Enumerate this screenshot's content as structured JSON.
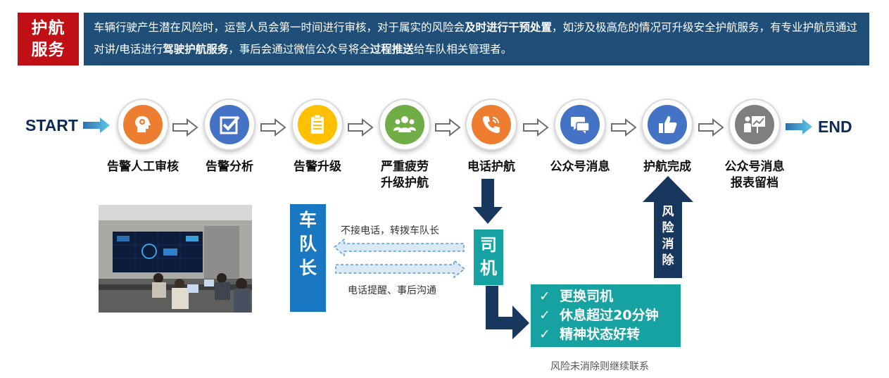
{
  "header": {
    "badge_line1": "护航",
    "badge_line2": "服务",
    "desc_1": "车辆行驶产生潜在风险时，运营人员会第一时间进行审核，对于属实的风险会",
    "desc_bold_1": "及时进行干预处置",
    "desc_2": "，如涉及极高危的情况可升级安全护航服务，有专业护航员通过对讲/电话进行",
    "desc_bold_2": "驾驶护航服务",
    "desc_3": "，事后会通过微信公众号将全",
    "desc_bold_3": "过程推送",
    "desc_4": "给车队相关管理者。"
  },
  "flow": {
    "start": "START",
    "end": "END",
    "steps": [
      {
        "line1": "告警人工审核",
        "line2": "",
        "icon": "head-gear-icon",
        "color": "#ed7d31"
      },
      {
        "line1": "告警分析",
        "line2": "",
        "icon": "checkbox-icon",
        "color": "#4472c4"
      },
      {
        "line1": "告警升级",
        "line2": "",
        "icon": "clipboard-icon",
        "color": "#ffc000"
      },
      {
        "line1": "严重疲劳",
        "line2": "升级护航",
        "icon": "people-group-icon",
        "color": "#70ad47"
      },
      {
        "line1": "电话护航",
        "line2": "",
        "icon": "phone-icon",
        "color": "#ed7d31"
      },
      {
        "line1": "公众号消息",
        "line2": "",
        "icon": "chat-bubbles-icon",
        "color": "#4472c4"
      },
      {
        "line1": "护航完成",
        "line2": "",
        "icon": "thumbs-up-icon",
        "color": "#4472c4"
      },
      {
        "line1": "公众号消息",
        "line2": "报表留档",
        "icon": "presentation-chart-icon",
        "color": "#7f7f7f"
      }
    ]
  },
  "lower": {
    "fleet_chars": [
      "车",
      "队",
      "长"
    ],
    "driver_chars": [
      "司",
      "机"
    ],
    "risk_chars": [
      "风",
      "险",
      "消",
      "除"
    ],
    "no_answer": "不接电话，转拨车队长",
    "remind": "电话提醒、事后沟通",
    "checks": [
      "更换司机",
      "休息超过20分钟",
      "精神状态好转"
    ],
    "check_mark": "✓",
    "footnote": "风险未消除则继续联系"
  }
}
